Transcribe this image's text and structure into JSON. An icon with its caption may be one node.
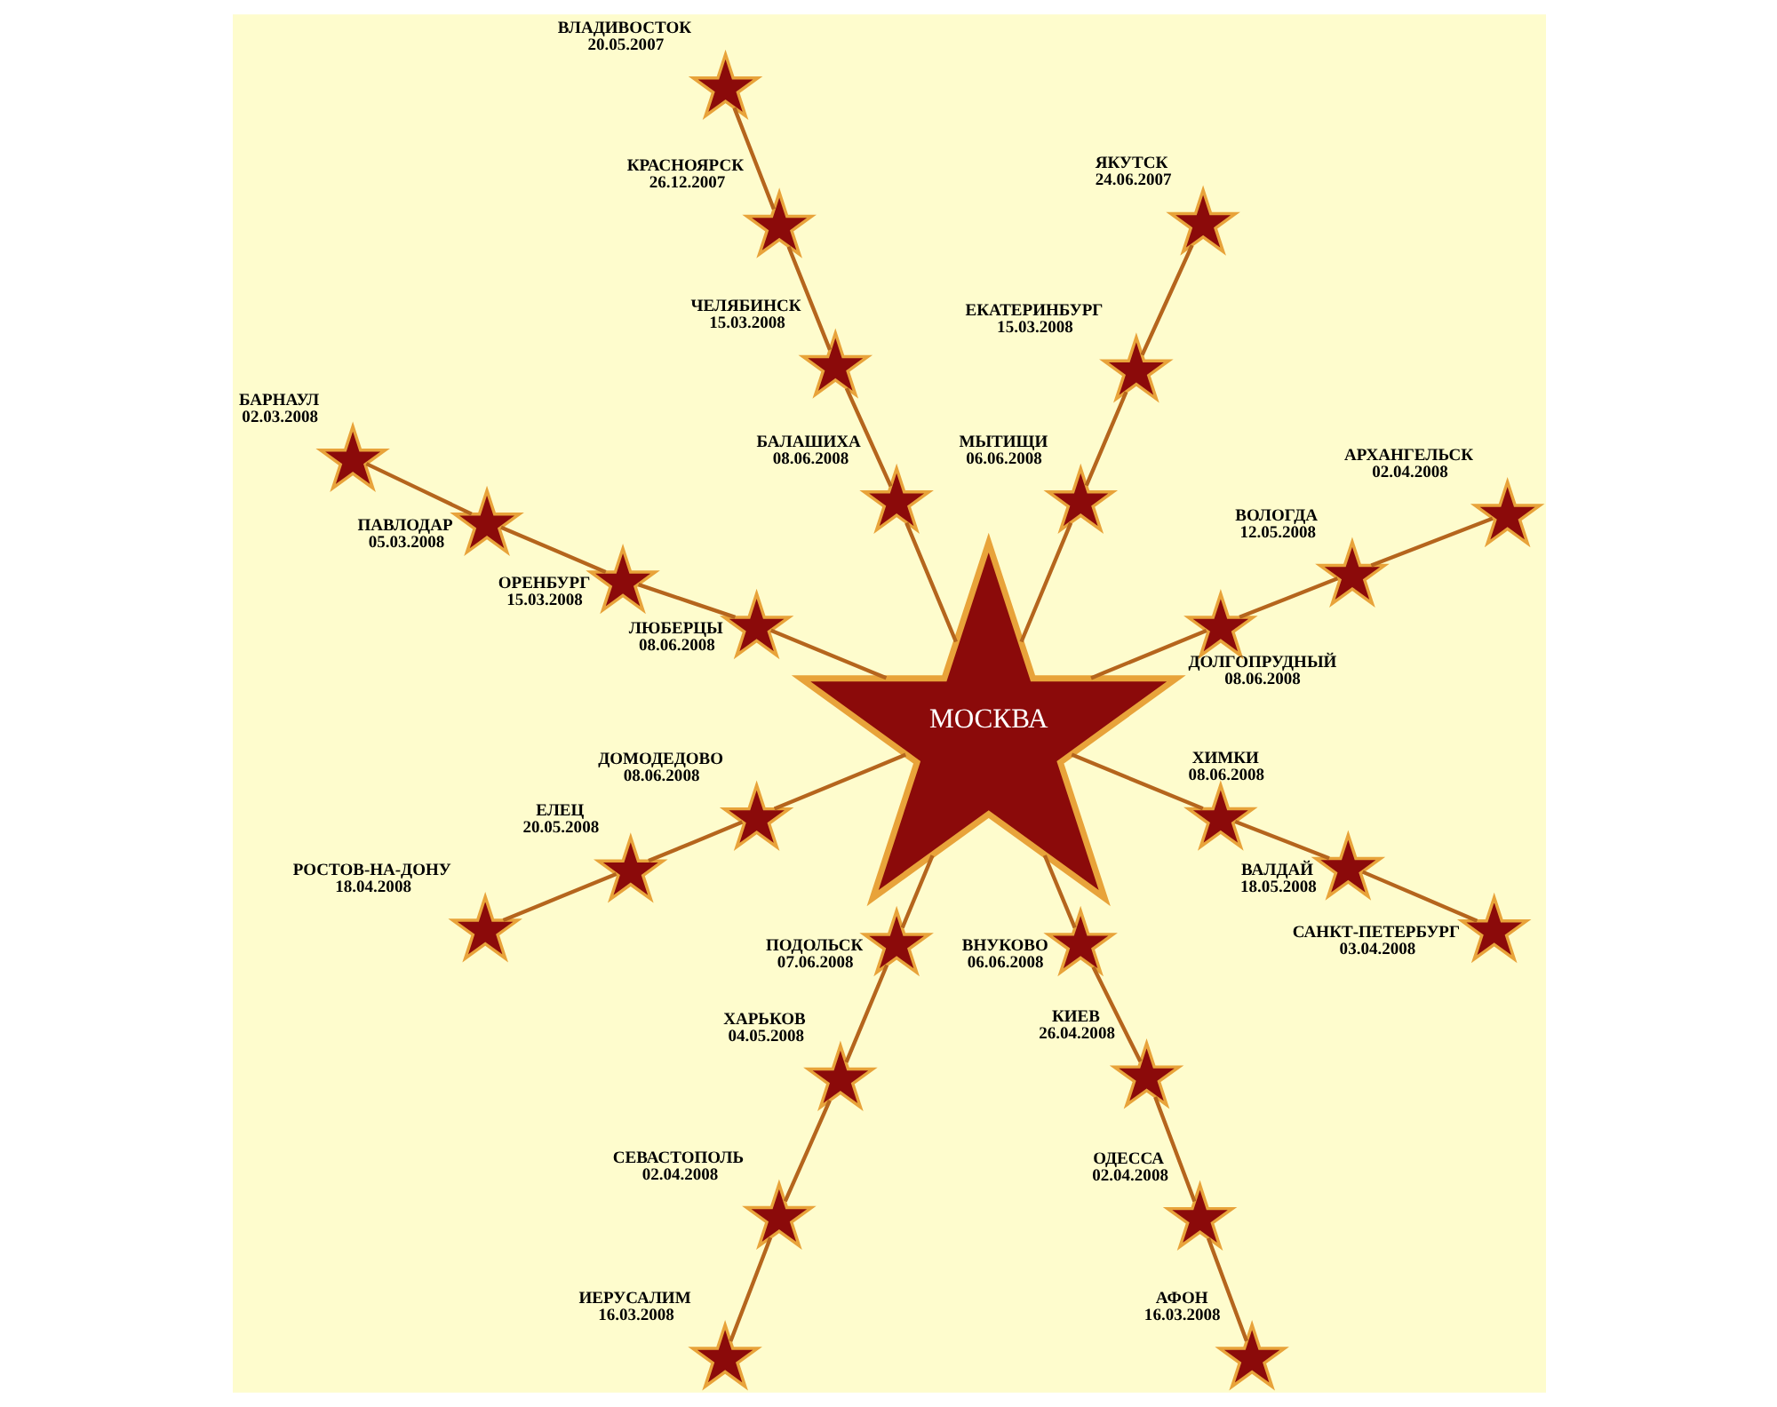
{
  "diagram": {
    "nodes": [
      {
        "text": [
          "МОСКВА"
        ]
      },
      {
        "text": [
          "ДОЛГОПРУДНЫЙ",
          "08.06.2008"
        ]
      },
      {
        "text": [
          "ВОЛОГДА",
          "12.05.2008"
        ]
      },
      {
        "text": [
          "АРХАНГЕЛЬСК",
          "02.04.2008"
        ]
      },
      {
        "text": [
          "МЫТИЩИ",
          "06.06.2008"
        ]
      },
      {
        "text": [
          "ЕКАТЕРИНБУРГ",
          "15.03.2008"
        ]
      },
      {
        "text": [
          "ЯКУТСК",
          "24.06.2007"
        ]
      },
      {
        "text": [
          "БАЛАШИХА",
          "08.06.2008"
        ]
      },
      {
        "text": [
          "ЧЕЛЯБИНСК",
          "15.03.2008"
        ]
      },
      {
        "text": [
          "КРАСНОЯРСК",
          "26.12.2007"
        ]
      },
      {
        "text": [
          "ВЛАДИВОСТОК",
          "20.05.2007"
        ]
      },
      {
        "text": [
          "ЛЮБЕРЦЫ",
          "08.06.2008"
        ]
      },
      {
        "text": [
          "ОРЕНБУРГ",
          "15.03.2008"
        ]
      },
      {
        "text": [
          "ПАВЛОДАР",
          "05.03.2008"
        ]
      },
      {
        "text": [
          "БАРНАУЛ",
          "02.03.2008"
        ]
      },
      {
        "text": [
          "ДОМОДЕДОВО",
          "08.06.2008"
        ]
      },
      {
        "text": [
          "ЕЛЕЦ",
          "20.05.2008"
        ]
      },
      {
        "text": [
          "РОСТОВ-НА-ДОНУ",
          "18.04.2008"
        ]
      },
      {
        "text": [
          "ПОДОЛЬСК",
          "07.06.2008"
        ]
      },
      {
        "text": [
          "ХАРЬКОВ",
          "04.05.2008"
        ]
      },
      {
        "text": [
          "СЕВАСТОПОЛЬ",
          "02.04.2008"
        ]
      },
      {
        "text": [
          "ИЕРУСАЛИМ",
          "16.03.2008"
        ]
      },
      {
        "text": [
          "ВНУКОВО",
          "06.06.2008"
        ]
      },
      {
        "text": [
          "КИЕВ",
          "26.04.2008"
        ]
      },
      {
        "text": [
          "ОДЕССА",
          "02.04.2008"
        ]
      },
      {
        "text": [
          "АФОН",
          "16.03.2008"
        ]
      },
      {
        "text": [
          "ХИМКИ",
          "08.06.2008"
        ]
      },
      {
        "text": [
          "ВАЛДАЙ",
          "18.05.2008"
        ]
      },
      {
        "text": [
          "САНКТ-ПЕТЕРБУРГ",
          "03.04.2008"
        ]
      }
    ],
    "edges": [
      {
        "from": 0,
        "to": 1,
        "arrow": "none"
      },
      {
        "from": 1,
        "to": 2,
        "arrow": "none"
      },
      {
        "from": 2,
        "to": 3,
        "arrow": "none"
      },
      {
        "from": 0,
        "to": 4,
        "arrow": "none"
      },
      {
        "from": 4,
        "to": 5,
        "arrow": "none"
      },
      {
        "from": 5,
        "to": 6,
        "arrow": "none"
      },
      {
        "from": 0,
        "to": 7,
        "arrow": "none"
      },
      {
        "from": 7,
        "to": 8,
        "arrow": "none"
      },
      {
        "from": 8,
        "to": 9,
        "arrow": "none"
      },
      {
        "from": 9,
        "to": 10,
        "arrow": "none"
      },
      {
        "from": 0,
        "to": 11,
        "arrow": "none"
      },
      {
        "from": 11,
        "to": 12,
        "arrow": "none"
      },
      {
        "from": 12,
        "to": 13,
        "arrow": "none"
      },
      {
        "from": 13,
        "to": 14,
        "arrow": "none"
      },
      {
        "from": 0,
        "to": 15,
        "arrow": "none"
      },
      {
        "from": 15,
        "to": 16,
        "arrow": "none"
      },
      {
        "from": 16,
        "to": 17,
        "arrow": "none"
      },
      {
        "from": 0,
        "to": 18,
        "arrow": "none"
      },
      {
        "from": 18,
        "to": 19,
        "arrow": "none"
      },
      {
        "from": 19,
        "to": 20,
        "arrow": "none"
      },
      {
        "from": 20,
        "to": 21,
        "arrow": "none"
      },
      {
        "from": 0,
        "to": 22,
        "arrow": "none"
      },
      {
        "from": 22,
        "to": 23,
        "arrow": "none"
      },
      {
        "from": 23,
        "to": 24,
        "arrow": "none"
      },
      {
        "from": 24,
        "to": 25,
        "arrow": "none"
      },
      {
        "from": 0,
        "to": 26,
        "arrow": "none"
      },
      {
        "from": 26,
        "to": 27,
        "arrow": "none"
      },
      {
        "from": 27,
        "to": 28,
        "arrow": "none"
      }
    ]
  }
}
